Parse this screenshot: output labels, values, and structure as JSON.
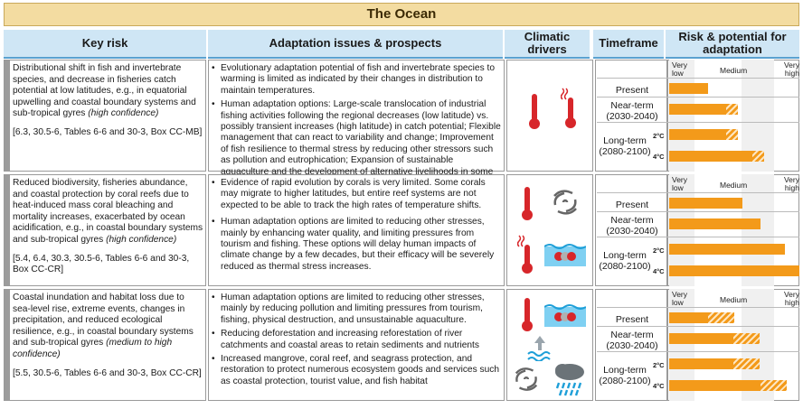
{
  "title": "The Ocean",
  "headers": {
    "key_risk": "Key risk",
    "adaptation": "Adaptation issues & prospects",
    "climatic": "Climatic drivers",
    "timeframe": "Timeframe",
    "risk_potential": "Risk & potential for adaptation"
  },
  "scale": {
    "very_low": "Very low",
    "medium": "Medium",
    "very_high": "Very high"
  },
  "timeframes": {
    "present": "Present",
    "near_term": "Near-term (2030-2040)",
    "long_term": "Long-term (2080-2100)",
    "deg2": "2°C",
    "deg4": "4°C"
  },
  "rows": [
    {
      "key_risk": "Distributional shift in fish and invertebrate species, and decrease in fisheries catch potential at low latitudes, e.g., in equatorial upwelling and coastal boundary systems and sub-tropical gyres",
      "confidence": "(high confidence)",
      "reference": "[6.3, 30.5-6, Tables 6-6 and 30-3, Box CC-MB]",
      "adaptation": [
        "Evolutionary adaptation potential of fish and invertebrate species to warming is limited as indicated by their changes in distribution to maintain temperatures.",
        "Human adaptation options: Large-scale translocation of industrial fishing activities following the regional decreases (low latitude) vs. possibly transient increases (high latitude) in catch potential; Flexible management that can react to variability and change; Improvement of fish resilience to thermal stress by reducing other stressors such as pollution and eutrophication; Expansion of sustainable aquaculture and the development of alternative livelihoods in some regions."
      ],
      "drivers": [
        "thermometer-icon",
        "warming-extreme-icon"
      ],
      "bars": {
        "present": {
          "solid": 0.3,
          "hatch": 0.0
        },
        "near": {
          "solid": 0.44,
          "hatch": 0.09
        },
        "long2": {
          "solid": 0.44,
          "hatch": 0.09
        },
        "long4": {
          "solid": 0.64,
          "hatch": 0.09
        }
      }
    },
    {
      "key_risk": "Reduced biodiversity, fisheries abundance, and coastal protection by coral reefs due to heat-induced mass coral bleaching and mortality increases, exacerbated by ocean acidification, e.g., in coastal boundary systems and sub-tropical gyres",
      "confidence": "(high confidence)",
      "reference": "[5.4, 6.4, 30.3, 30.5-6, Tables 6-6 and 30-3, Box CC-CR]",
      "adaptation": [
        "Evidence of rapid evolution by corals is very limited. Some corals may migrate to higher latitudes, but entire reef systems are not expected to be able to track the high rates of temperature shifts.",
        "Human adaptation options are limited to reducing other stresses, mainly by enhancing water quality, and limiting pressures from tourism and fishing. These options will delay human impacts of climate change by a few decades, but their efficacy will be severely reduced as thermal stress increases."
      ],
      "drivers": [
        "thermometer-icon",
        "cyclone-icon",
        "warming-extreme-icon",
        "ocean-acidification-icon"
      ],
      "bars": {
        "present": {
          "solid": 0.56,
          "hatch": 0.0
        },
        "near": {
          "solid": 0.7,
          "hatch": 0.0
        },
        "long2": {
          "solid": 0.89,
          "hatch": 0.0
        },
        "long4": {
          "solid": 1.0,
          "hatch": 0.0
        }
      }
    },
    {
      "key_risk": "Coastal inundation and habitat loss due to sea-level rise, extreme events, changes in precipitation, and reduced ecological resilience, e.g., in coastal boundary systems and sub-tropical gyres",
      "confidence": "(medium to high confidence)",
      "reference": "[5.5, 30.5-6, Tables 6-6 and 30-3, Box CC-CR]",
      "adaptation": [
        "Human adaptation options are limited to reducing other stresses, mainly by reducing pollution and limiting pressures from tourism, fishing, physical destruction, and unsustainable aquaculture.",
        "Reducing deforestation and increasing reforestation of river catchments and coastal areas to retain sediments and nutrients",
        "Increased mangrove, coral reef, and seagrass protection, and restoration to protect numerous ecosystem goods and services such as coastal protection, tourist value, and fish habitat"
      ],
      "drivers": [
        "thermometer-icon",
        "ocean-acidification-icon",
        "sea-level-rise-icon",
        "cyclone-icon",
        "precipitation-icon"
      ],
      "bars": {
        "present": {
          "solid": 0.3,
          "hatch": 0.2
        },
        "near": {
          "solid": 0.49,
          "hatch": 0.2
        },
        "long2": {
          "solid": 0.49,
          "hatch": 0.2
        },
        "long4": {
          "solid": 0.7,
          "hatch": 0.2
        }
      }
    }
  ],
  "colors": {
    "bar": "#f39a1a",
    "header_bg": "#cfe6f5",
    "title_bg": "#f3dca1",
    "thermometer": "#d7262a",
    "water": "#1e9fd8"
  }
}
